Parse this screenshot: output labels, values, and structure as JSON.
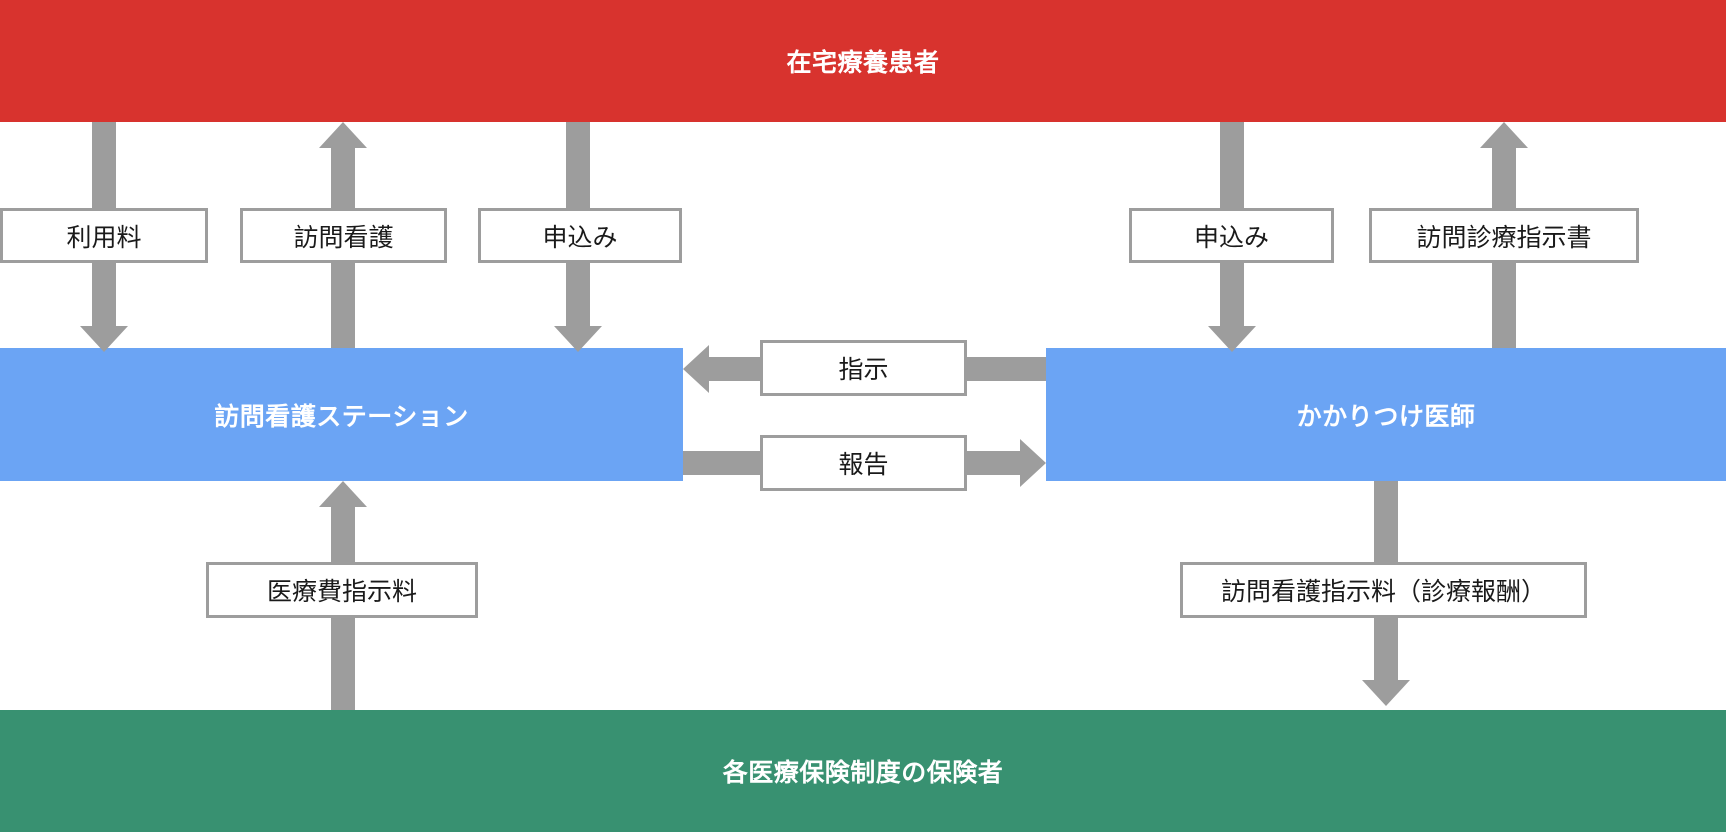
{
  "diagram": {
    "title_role": "在宅療養患者",
    "roles": [
      {
        "id": "patient",
        "label": "在宅療養患者",
        "color": "#d8332e"
      },
      {
        "id": "station",
        "label": "訪問看護ステーション",
        "color": "#6ba4f4"
      },
      {
        "id": "doctor",
        "label": "かかりつけ医師",
        "color": "#6ba4f4"
      },
      {
        "id": "insurer",
        "label": "各医療保険制度の保険者",
        "color": "#389171"
      }
    ],
    "flows": [
      {
        "id": "riyoryo",
        "label": "利用料",
        "from": "patient",
        "to": "station",
        "direction": "down"
      },
      {
        "id": "homon-kango",
        "label": "訪問看護",
        "from": "station",
        "to": "patient",
        "direction": "up"
      },
      {
        "id": "moushikomi-l",
        "label": "申込み",
        "from": "patient",
        "to": "station",
        "direction": "down"
      },
      {
        "id": "moushikomi-r",
        "label": "申込み",
        "from": "patient",
        "to": "doctor",
        "direction": "down"
      },
      {
        "id": "shinryo-shiji",
        "label": "訪問診療指示書",
        "from": "doctor",
        "to": "patient",
        "direction": "up"
      },
      {
        "id": "shiji",
        "label": "指示",
        "from": "doctor",
        "to": "station",
        "direction": "left"
      },
      {
        "id": "houkoku",
        "label": "報告",
        "from": "station",
        "to": "doctor",
        "direction": "right"
      },
      {
        "id": "iryohi-shiji",
        "label": "医療費指示料",
        "from": "insurer",
        "to": "station",
        "direction": "up"
      },
      {
        "id": "kango-shijiryo",
        "label": "訪問看護指示料（診療報酬）",
        "from": "doctor",
        "to": "insurer",
        "direction": "down"
      }
    ],
    "colors": {
      "patient_band": "#d8332e",
      "provider_band": "#6ba4f4",
      "insurer_band": "#389171",
      "arrow": "#9d9d9d",
      "label_border": "#9d9d9d",
      "label_text": "#1a1a1a",
      "band_text": "#ffffff",
      "background": "#ffffff"
    }
  }
}
